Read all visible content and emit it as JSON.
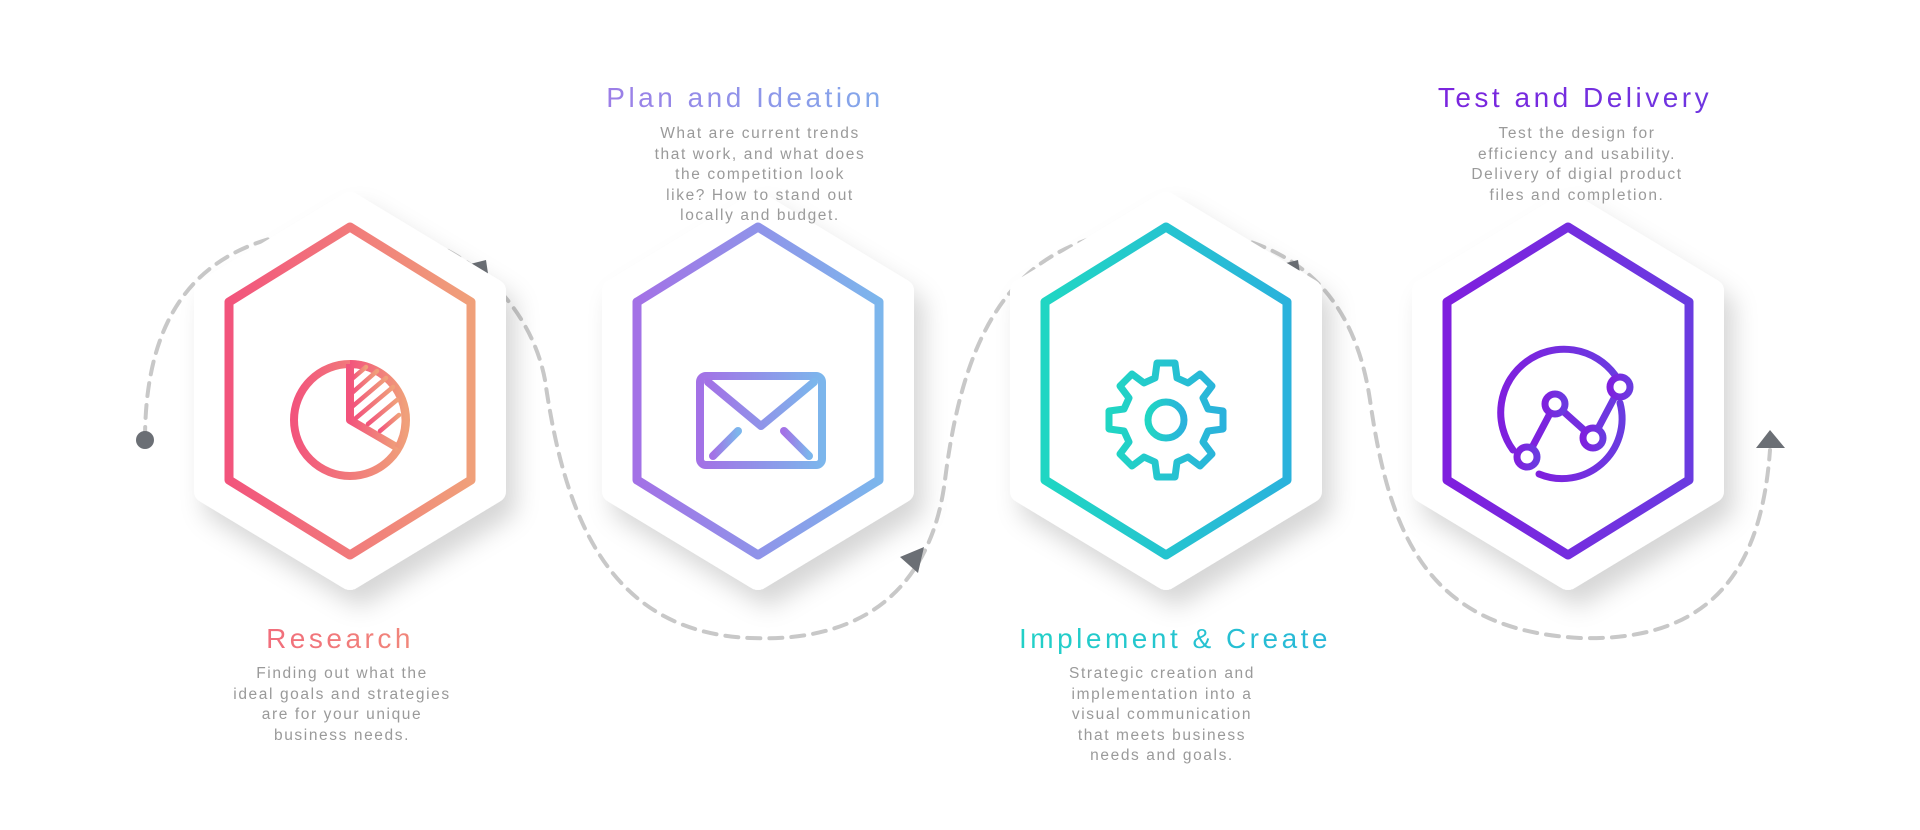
{
  "steps": [
    {
      "id": "research",
      "title": "Research",
      "description_lines": [
        "Finding out what the",
        "ideal goals and strategies",
        "are for your unique",
        "business needs."
      ],
      "icon": "pie-chart-icon",
      "gradient": [
        "#f2547c",
        "#f0a07a"
      ]
    },
    {
      "id": "plan",
      "title": "Plan and Ideation",
      "description_lines": [
        "What are current trends",
        "that work, and what does",
        "the competition look",
        "like? How to stand out",
        "locally and budget."
      ],
      "icon": "envelope-icon",
      "gradient": [
        "#a371e6",
        "#7cb6ec"
      ]
    },
    {
      "id": "implement",
      "title": "Implement & Create",
      "description_lines": [
        "Strategic creation and",
        "implementation into a",
        "visual communication",
        "that meets business",
        "needs and goals."
      ],
      "icon": "gear-icon",
      "gradient": [
        "#20d6c3",
        "#2ab2dc"
      ]
    },
    {
      "id": "test",
      "title": "Test and Delivery",
      "description_lines": [
        "Test the design for",
        "efficiency and usability.",
        "Delivery of digial product",
        "files and completion."
      ],
      "icon": "line-graph-icon",
      "gradient": [
        "#7f1fde",
        "#6a3be0"
      ]
    }
  ],
  "connector": {
    "style": "dashed",
    "color": "#c8c8c8",
    "arrow_color": "#6b6f75"
  }
}
